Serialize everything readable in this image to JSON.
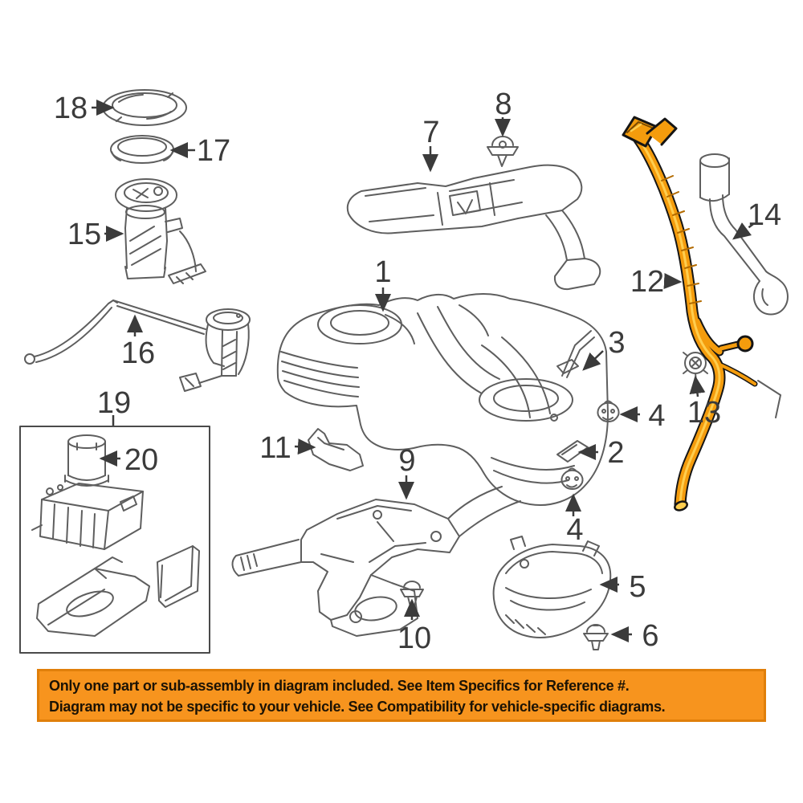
{
  "diagram": {
    "type": "exploded-parts-diagram",
    "subject": "fuel-tank-and-filler-assembly",
    "highlight_color": "#f49c0d",
    "line_color": "#5e5e5e",
    "label_color": "#3b3b3b",
    "callouts": {
      "c1": "1",
      "c2": "2",
      "c3": "3",
      "c4": "4",
      "c5": "5",
      "c6": "6",
      "c7": "7",
      "c8": "8",
      "c9": "9",
      "c10": "10",
      "c11": "11",
      "c12": "12",
      "c13": "13",
      "c14": "14",
      "c15": "15",
      "c16": "16",
      "c17": "17",
      "c18": "18",
      "c19": "19",
      "c20": "20"
    }
  },
  "banner": {
    "bg_color": "#f7941e",
    "border_color": "#e07f0a",
    "text_color": "#1c1305",
    "line1": "Only one part or sub-assembly in diagram included. See Item Specifics for Reference #.",
    "line2": "Diagram may not be specific to your vehicle. See Compatibility for vehicle-specific diagrams."
  }
}
